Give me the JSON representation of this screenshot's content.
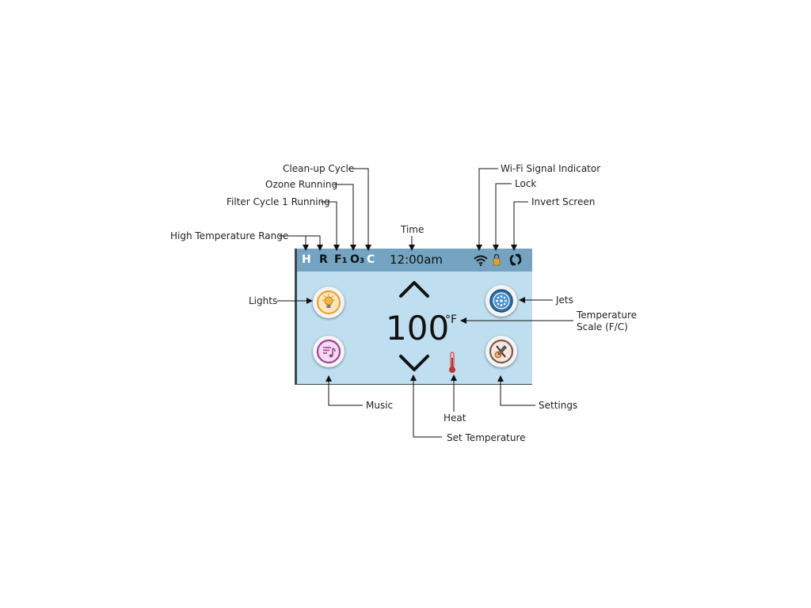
{
  "labels": {
    "clean_up_cycle": "Clean-up Cycle",
    "ozone_running": "Ozone Running",
    "filter_cycle": "Filter Cycle 1 Running",
    "high_temp_range": "High Temperature Range",
    "time": "Time",
    "wifi": "Wi-Fi Signal Indicator",
    "lock": "Lock",
    "invert_screen": "Invert Screen",
    "lights": "Lights",
    "jets": "Jets",
    "temp_scale_line1": "Temperature",
    "temp_scale_line2": "Scale (F/C)",
    "music": "Music",
    "heat": "Heat",
    "settings": "Settings",
    "set_temperature": "Set Temperature"
  },
  "status_bar": {
    "range": "H",
    "mode": "R",
    "filter": "F",
    "filter_num": "1",
    "ozone": "O",
    "ozone_sub": "3",
    "cleanup": "C",
    "time": "12:00am"
  },
  "display": {
    "temperature": "100",
    "unit": "°F"
  },
  "icons": {
    "lights": "lightbulb-icon",
    "jets": "jets-icon",
    "music": "music-icon",
    "settings": "settings-icon",
    "heat": "thermometer-icon",
    "wifi": "wifi-icon",
    "lock": "lock-icon",
    "invert": "invert-screen-icon"
  },
  "colors": {
    "screen_bg": "#bfdef0",
    "status_bar_bg": "#74a4c1",
    "lights_icon": "#e8a23a",
    "jets_icon": "#2e6fa8",
    "music_icon": "#a0429a",
    "settings_icon": "#7b5a4a",
    "heat_icon": "#c0332f",
    "lock_icon": "#d6a43a"
  }
}
